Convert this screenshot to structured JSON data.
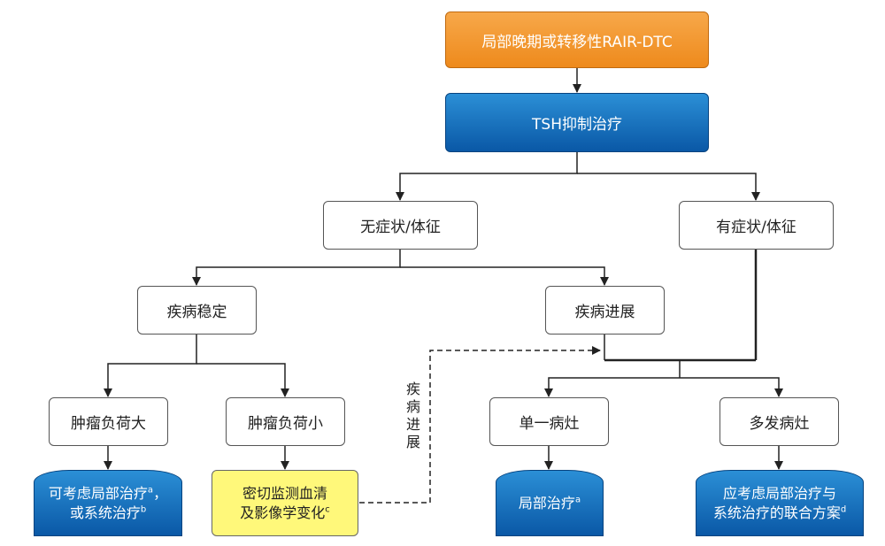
{
  "nodes": {
    "start": "局部晚期或转移性RAIR-DTC",
    "tsh": "TSH抑制治疗",
    "asymptomatic": "无症状/体征",
    "symptomatic": "有症状/体征",
    "stable": "疾病稳定",
    "progression": "疾病进展",
    "large_burden": "肿瘤负荷大",
    "small_burden": "肿瘤负荷小",
    "single_lesion": "单一病灶",
    "multiple_lesions": "多发病灶"
  },
  "outcomes": {
    "large": {
      "line1": "可考虑局部治疗",
      "sup1": "a",
      "line1_end": "，",
      "line2": "或系统治疗",
      "sup2": "b"
    },
    "small": {
      "line1": "密切监测血清",
      "line2": "及影像学变化",
      "sup2": "c"
    },
    "single": {
      "line1": "局部治疗",
      "sup1": "a"
    },
    "multiple": {
      "line1": "应考虑局部治疗与",
      "line2": "系统治疗的联合方案",
      "sup2": "d"
    }
  },
  "edge_label": [
    "疾",
    "病",
    "进",
    "展"
  ],
  "colors": {
    "orange": "#ee8a1c",
    "blue": "#0a58a6",
    "yellow": "#fff87a"
  }
}
